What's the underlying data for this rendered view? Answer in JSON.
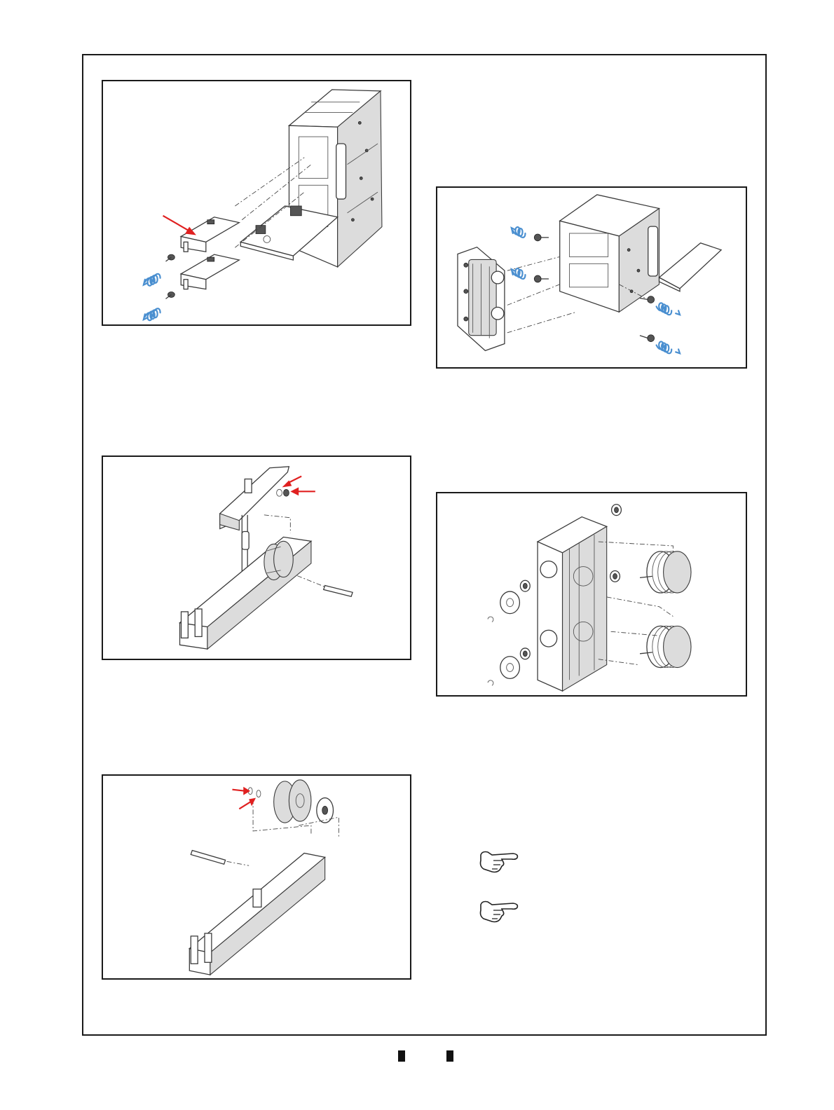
{
  "figures": [
    {
      "id": "fig-1",
      "subject": "cartridge-removal"
    },
    {
      "id": "fig-2",
      "subject": "side-frame-removal"
    },
    {
      "id": "fig-3",
      "subject": "lever-clip-removal"
    },
    {
      "id": "fig-4",
      "subject": "roller-assembly-exploded"
    },
    {
      "id": "fig-5",
      "subject": "gear-clip-removal"
    }
  ],
  "icons": {
    "screw_direction": "counter-clockwise-spiral-icon",
    "pointer": "pointing-hand-icon",
    "callout": "red-arrow-icon"
  },
  "colors": {
    "frame": "#1a1a1a",
    "screw_arrow": "#4a8fd0",
    "callout_arrow": "#e02020"
  },
  "notes": [
    {
      "icon": "pointing-hand-icon",
      "text": ""
    },
    {
      "icon": "pointing-hand-icon",
      "text": ""
    }
  ]
}
